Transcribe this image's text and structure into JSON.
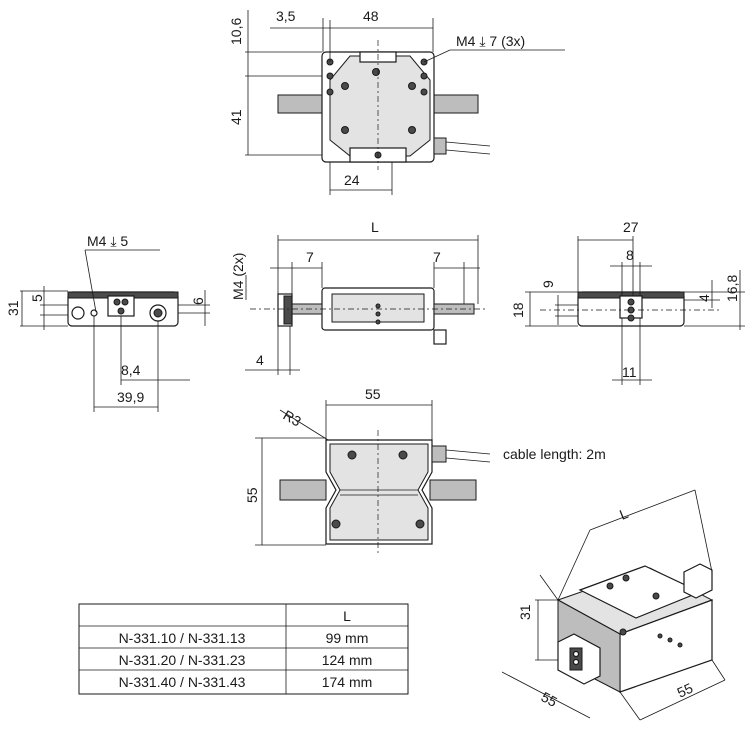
{
  "top_view": {
    "dim_top": "48",
    "dim_left": "3,5",
    "dim_height_small": "10,6",
    "dim_height": "41",
    "dim_bottom": "24",
    "thread_note": "M4 ⤓ 7 (3x)"
  },
  "side_left_view": {
    "dim_height": "31",
    "dim_small": "5",
    "dim_right": "6",
    "dim_8_4": "8,4",
    "dim_39_9": "39,9",
    "thread_note": "M4 ⤓ 5"
  },
  "front_view": {
    "dim_L": "L",
    "dim_7_left": "7",
    "dim_7_right": "7",
    "dim_4": "4",
    "thread_note": "M4 (2x)"
  },
  "side_right_view": {
    "dim_27": "27",
    "dim_8": "8",
    "dim_4": "4",
    "dim_16_8": "16,8",
    "dim_9": "9",
    "dim_18": "18",
    "dim_11": "11"
  },
  "bottom_view": {
    "dim_55_top": "55",
    "dim_55_side": "55",
    "radius": "R3",
    "cable_note": "cable length: 2m"
  },
  "iso_view": {
    "dim_L": "L",
    "dim_31": "31",
    "dim_55_left": "55",
    "dim_55_right": "55"
  },
  "table": {
    "header": [
      "",
      "L"
    ],
    "rows": [
      [
        "N-331.10 / N-331.13",
        "99 mm"
      ],
      [
        "N-331.20 / N-331.23",
        "124 mm"
      ],
      [
        "N-331.40 / N-331.43",
        "174 mm"
      ]
    ]
  },
  "colors": {
    "line": "#1a1a1a",
    "fill_dark": "#4a4a4a",
    "fill_mid": "#bdbdbd",
    "fill_light": "#e3e3e3"
  }
}
